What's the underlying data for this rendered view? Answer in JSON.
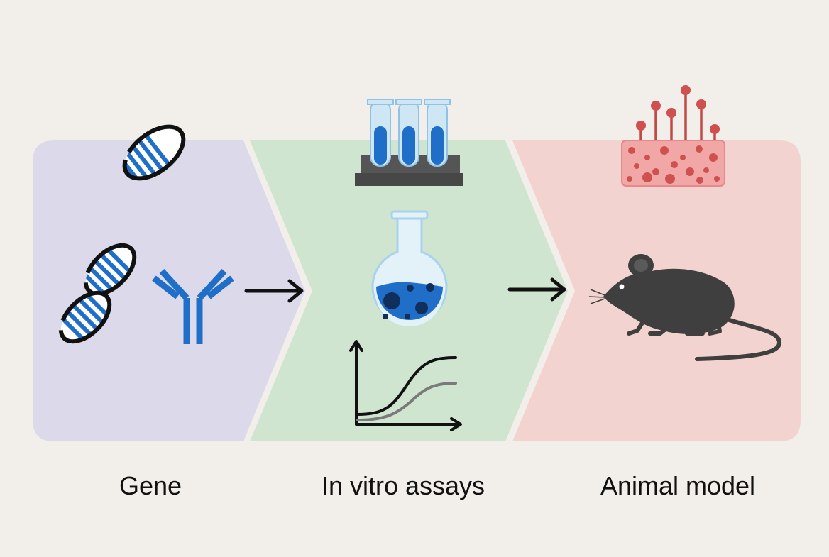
{
  "stages": [
    {
      "id": "gene",
      "label": "Gene",
      "color": "#dcd9ea",
      "icons": [
        "plasmid-icon",
        "dna-helix-icon",
        "antibody-icon"
      ]
    },
    {
      "id": "in-vitro",
      "label": "In vitro assays",
      "color": "#cfe5cf",
      "icons": [
        "test-tubes-icon",
        "flask-icon",
        "dose-response-chart-icon"
      ]
    },
    {
      "id": "animal",
      "label": "Animal model",
      "color": "#f3d3d0",
      "icons": [
        "tissue-icon",
        "mouse-icon"
      ]
    }
  ],
  "colors": {
    "background": "#f2efea",
    "blue": "#1f6fc9",
    "dark": "#111111",
    "red": "#d0504f",
    "mouse": "#3f3f3f"
  },
  "arrows": [
    "arrow-right-icon",
    "arrow-right-icon"
  ]
}
